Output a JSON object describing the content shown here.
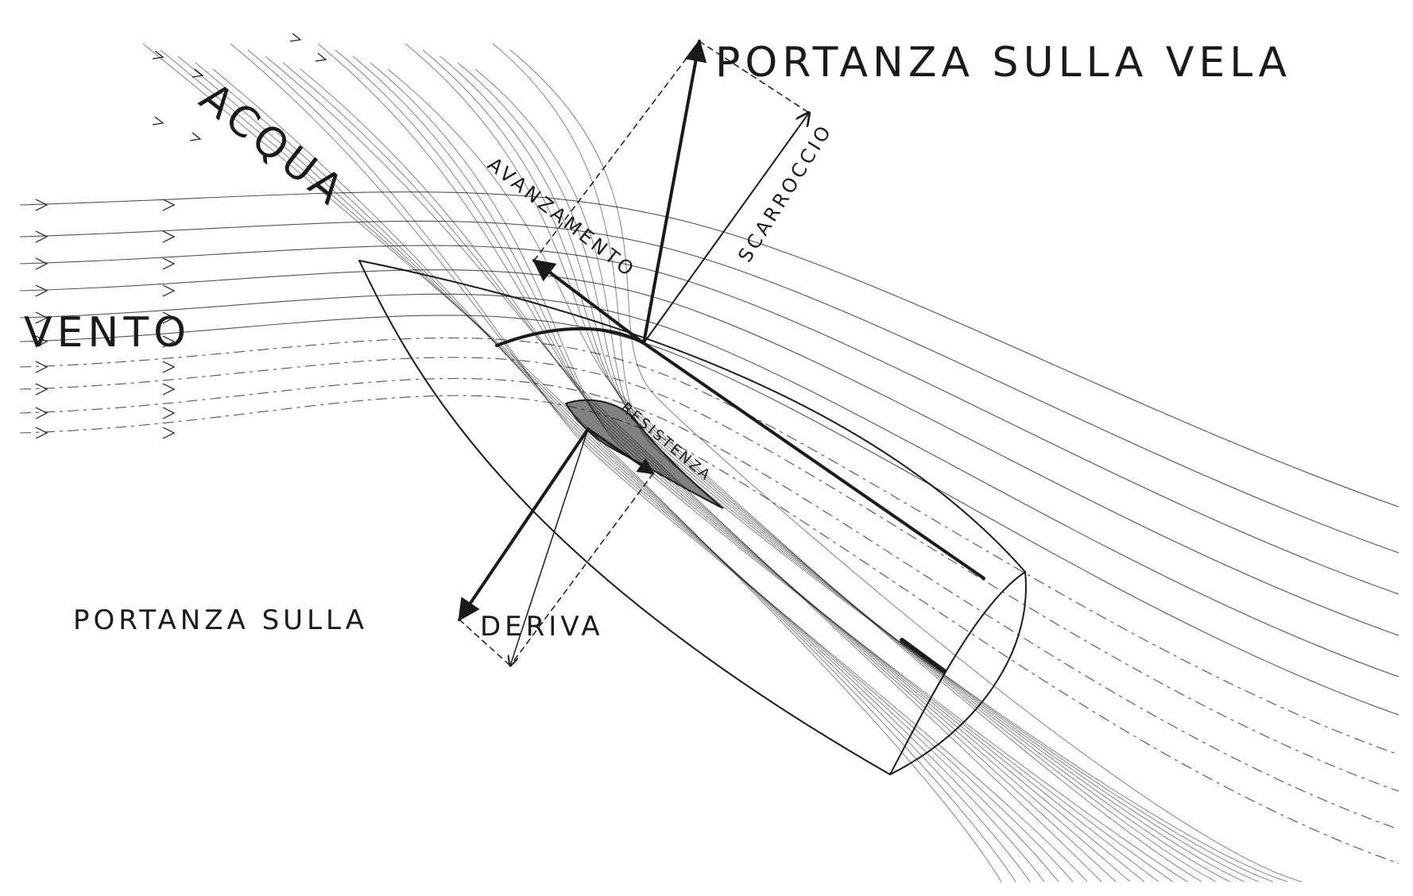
{
  "labels": {
    "portanza_vela": "PORTANZA SULLA VELA",
    "acqua": "ACQUA",
    "avanzamento": "AVANZAMENTO",
    "scarroccio": "SCARROCCIO",
    "vento": "VENTO",
    "resistenza": "RESISTENZA",
    "portanza_sulla": "PORTANZA SULLA",
    "deriva": "DERIVA"
  },
  "colors": {
    "ink": "#1a1a1a",
    "paper": "#ffffff"
  }
}
